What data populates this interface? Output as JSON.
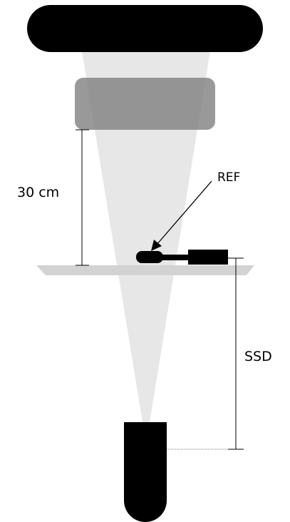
{
  "labels": {
    "distance": "30 cm",
    "reference": "REF",
    "ssd": "SSD"
  },
  "colors": {
    "housing": "#000000",
    "beam": "#e6e6e6",
    "collimator": "#8c8c8c",
    "table": "#d3d3d3",
    "dimension_line": "#000000",
    "chamber": "#000000"
  }
}
